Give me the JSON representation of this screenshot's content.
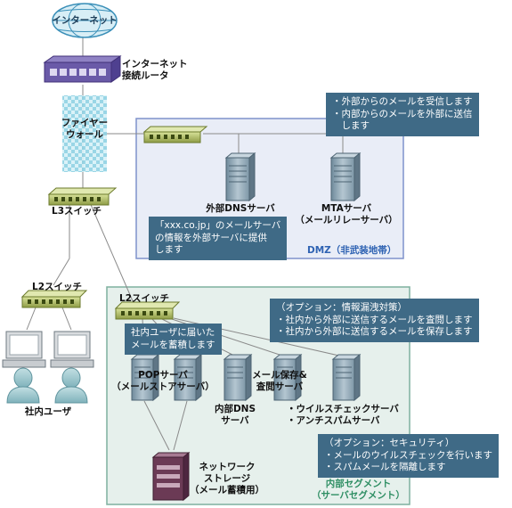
{
  "internet": "インターネット",
  "router": "インターネット\n接続ルータ",
  "firewall": "ファイヤー\nウォール",
  "l3switch": "L3スイッチ",
  "l2switch_left": "L2スイッチ",
  "l2switch_internal": "L2スイッチ",
  "users": "社内ユーザ",
  "dmz": {
    "label": "DMZ（非武装地帯）",
    "dns_server": "外部DNSサーバ",
    "mta_server": "MTAサーバ\n（メールリレーサーバ）",
    "callout_mta": "・外部からのメールを受信します\n・内部からのメールを外部に送信\n　します",
    "callout_dns": "「xxx.co.jp」のメールサーバ\nの情報を外部サーバに提供\nします"
  },
  "internal": {
    "label": "内部セグメント\n（サーバセグメント）",
    "pop_server": "POPサーバ\n（メールストアサーバ）",
    "dns_server": "内部DNS\nサーバ",
    "archive_server": "メール保存&\n査閲サーバ",
    "virus_server": "・ウイルスチェックサーバ\n・アンチスパムサーバ",
    "storage": "ネットワーク\nストレージ\n（メール蓄積用）",
    "callout_pop": "社内ユーザに届いた\nメールを蓄積します",
    "callout_archive": "（オプション：情報漏洩対策）\n・社内から外部に送信するメールを査閲します\n・社内から外部に送信するメールを保存します",
    "callout_security": "（オプション：セキュリティ）\n・メールのウイルスチェックを行います\n・スパムメールを隔離します"
  },
  "colors": {
    "dmz_border": "#7f92cc",
    "dmz_fill": "#e9edf7",
    "internal_border": "#7fb09f",
    "internal_fill": "#e6f0ec",
    "callout": "#3f6a86",
    "switch": "#b7c46e",
    "server": "#8fa6b5",
    "router": "#6a5aa8",
    "storage": "#6b3a55",
    "firewall": "#9fd8e8"
  }
}
